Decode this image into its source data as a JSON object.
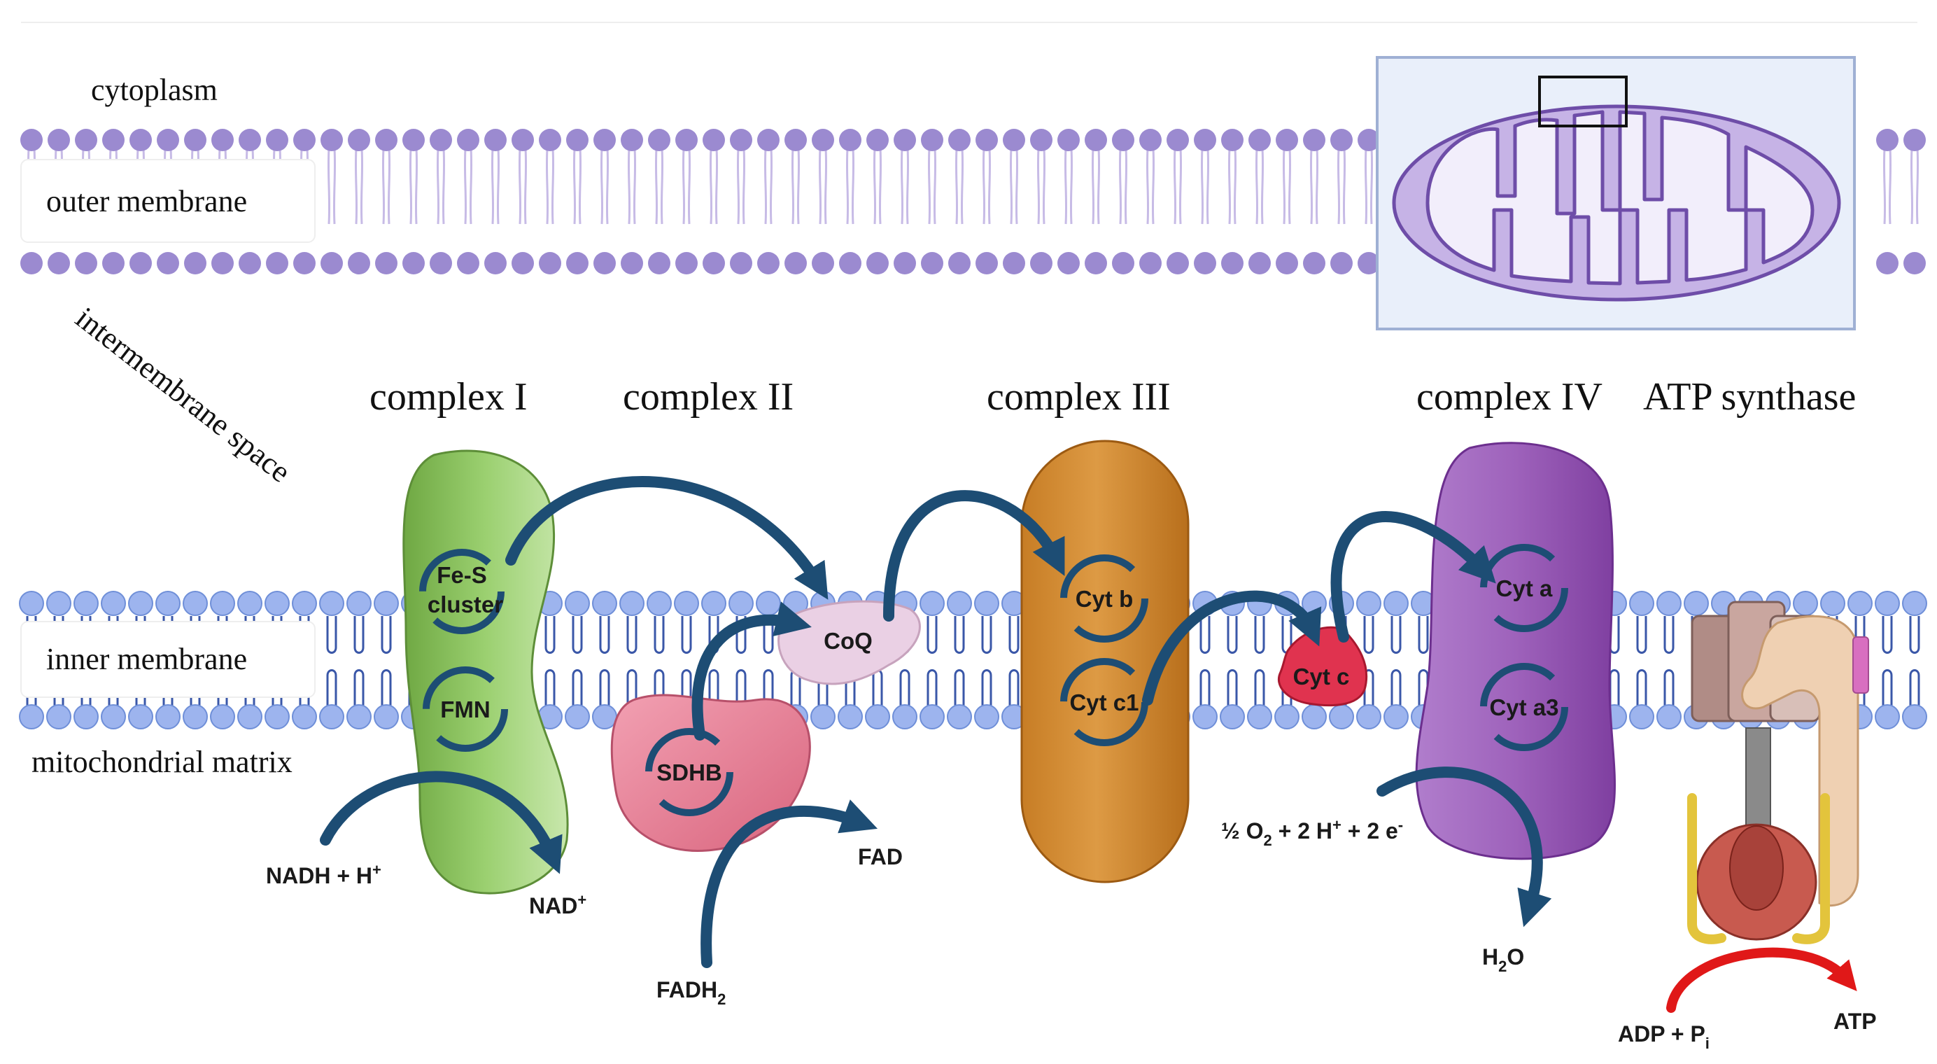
{
  "regions": {
    "cytoplasm": "cytoplasm",
    "outer_membrane": "outer membrane",
    "intermembrane_space": "intermembrane space",
    "inner_membrane": "inner membrane",
    "mitochondrial_matrix": "mitochondrial matrix"
  },
  "complexes": {
    "complex_1": "complex I",
    "complex_2": "complex II",
    "complex_3": "complex III",
    "complex_4": "complex IV",
    "atp_synthase": "ATP synthase"
  },
  "components": {
    "fes_line1": "Fe-S",
    "fes_line2": "cluster",
    "fmn": "FMN",
    "coq": "CoQ",
    "sdhb": "SDHB",
    "cyt_b": "Cyt b",
    "cyt_c1": "Cyt c1",
    "cyt_c": "Cyt c",
    "cyt_a": "Cyt a",
    "cyt_a3": "Cyt a3"
  },
  "molecules": {
    "nadh": "NADH + H",
    "nadh_sup": "+",
    "nad": "NAD",
    "nad_sup": "+",
    "fadh2": "FADH",
    "fadh2_sub": "2",
    "fad": "FAD",
    "oxygen_half": "½ O",
    "oxygen_sub": "2",
    "oxygen_h": " + 2 H",
    "oxygen_h_sup": "+",
    "oxygen_e": " + 2 e",
    "oxygen_e_sup": "-",
    "water_h": "H",
    "water_sub": "2",
    "water_o": "O",
    "adp": "ADP + P",
    "adp_sub": "i",
    "atp": "ATP"
  },
  "colors": {
    "outer_lipid_head": "#9b8ad0",
    "inner_lipid_head": "#9db4ee",
    "complex_1": "#8cc163",
    "complex_2": "#e9849a",
    "complex_3": "#d9913a",
    "complex_4": "#a46ac0",
    "cyt_c": "#e0334f",
    "coq": "#ead0e4",
    "arrow": "#1d4d74",
    "atp_arrow": "#e01818"
  }
}
